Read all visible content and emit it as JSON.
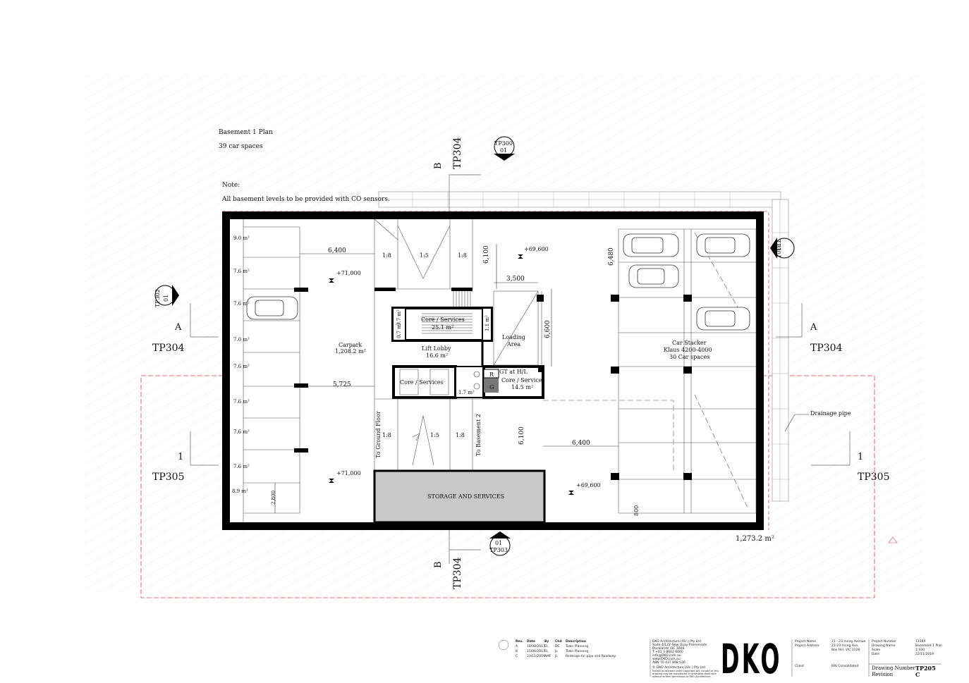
{
  "plan": {
    "title": "Basement 1 Plan",
    "car_spaces": "39 car spaces",
    "note_heading": "Note:",
    "note_text": "All basement levels to be provided with CO sensors.",
    "total_area": "1,273.2 m²"
  },
  "section_markers": {
    "top_b_letter": "B",
    "top_b_sheet": "TP304",
    "bottom_b_letter": "B",
    "bottom_b_sheet": "TP304",
    "left_a_letter": "A",
    "left_a_sheet": "TP304",
    "right_a_letter": "A",
    "right_a_sheet": "TP304",
    "left_1_letter": "1",
    "left_1_sheet": "TP305",
    "right_1_letter": "1",
    "right_1_sheet": "TP305"
  },
  "elevation_markers": {
    "top_sheet": "TP300",
    "top_num": "01",
    "bottom_sheet": "TP303",
    "bottom_num": "01",
    "left_sheet": "TP302",
    "left_num": "01",
    "right_sheet": "TP301",
    "right_num": "01"
  },
  "storage_areas": [
    "9.0 m²",
    "7.6 m²",
    "7.6 m²",
    "7.0 m²",
    "7.6 m²",
    "7.6 m²",
    "7.6 m²",
    "7.6 m²",
    "8.9 m²"
  ],
  "rooms": {
    "carpark_name": "Carpark",
    "carpark_area": "1,208.2 m²",
    "core_top_name": "Core / Services",
    "core_top_area": "25.1 m²",
    "lift_lobby_name": "Lift Lobby",
    "lift_lobby_area": "16.6 m²",
    "loading_name": "Loading",
    "loading_name2": "Area",
    "core_left_name": "Core / Services",
    "core_right_name": "Core / Services",
    "core_right_area": "14.5 m²",
    "gt_label": "GT at H/L",
    "small_area": "1.7 m²",
    "r_label": "R",
    "g_label": "G",
    "side_07a": "0.7 m²",
    "side_07b": "0.7 m²",
    "side_11": "1.1 m²",
    "stacker_name": "Car Stacker",
    "stacker_model": "Klaus 4200-4000",
    "stacker_spaces": "30 Car spaces",
    "storage_services": "STORAGE AND SERVICES",
    "to_ground": "To Ground Floor",
    "to_basement2": "To Basement 2"
  },
  "ramps": [
    "1:8",
    "1:5",
    "1:8",
    "1:8",
    "1:5",
    "1:8"
  ],
  "levels": [
    "+71,000",
    "+69,600",
    "+71,000",
    "+69,600"
  ],
  "dimensions": {
    "d_6400_top": "6,400",
    "d_5725": "5,725",
    "d_3500": "3,500",
    "d_6600": "6,600",
    "d_6100_top": "6,100",
    "d_6100_bottom": "6,100",
    "d_6480": "6,480",
    "d_6400_bottom": "6,400",
    "d_800": "800",
    "d_2800": "2,800"
  },
  "drainage_label": "Drainage pipe",
  "title_block": {
    "rev_head": "Rev.",
    "date_head": "Date",
    "by_head": "By",
    "chk_head": "Chd",
    "desc_head": "Description",
    "revisions": [
      [
        "A",
        "18/08/2017",
        "EL",
        "DC",
        "Town Planning"
      ],
      [
        "B",
        "15/06/2017",
        "EL",
        "JL",
        "Town Planning"
      ],
      [
        "C",
        "23/11/2019",
        "AMF",
        "JL",
        "Redesign for pipe and Roadway"
      ]
    ],
    "office_lines": [
      "DKO Architecture (Vic.) Pty Ltd",
      "Suite 4/122 New Quay Promenade",
      "Docklands VIC 3008",
      "T +61 3 8602 6000",
      "info@DKO.com.au",
      "www.DKO.com.au",
      "ABN 70 437 898 536",
      "© DKO Architecture (Vic.) Pty Ltd",
      "Except as allowed under copyright act, no part of this",
      "drawing may be reproduced or otherwise dealt with",
      "without written permission of DKO Architecture."
    ],
    "logo": "DKO",
    "project_name_label": "Project Name",
    "project_address_label": "Project Address",
    "project_name": "21 - 23 Irving Avenue",
    "project_address1": "21-23 Irving Ave,",
    "project_address2": "Box Hill, VIC 3128",
    "client_label": "Client",
    "client": "KIN Consolidated",
    "project_number_label": "Project Number",
    "drawing_name_label": "Drawing Name",
    "scale_label": "Scale",
    "date_label": "Date",
    "project_number": "11564",
    "drawing_name": "Basement 1 Plan",
    "scale": "1:100",
    "date": "22/11/2019",
    "drawing_number_label": "Drawing Number",
    "revision_label": "Revision",
    "drawing_number": "TP205",
    "revision": "C"
  },
  "colors": {
    "wall": "#000000",
    "hatch": "#d9d9d9",
    "boundary": "#e23b3b",
    "storage_fill": "#c8c8c8",
    "dark_fill": "#555555"
  }
}
